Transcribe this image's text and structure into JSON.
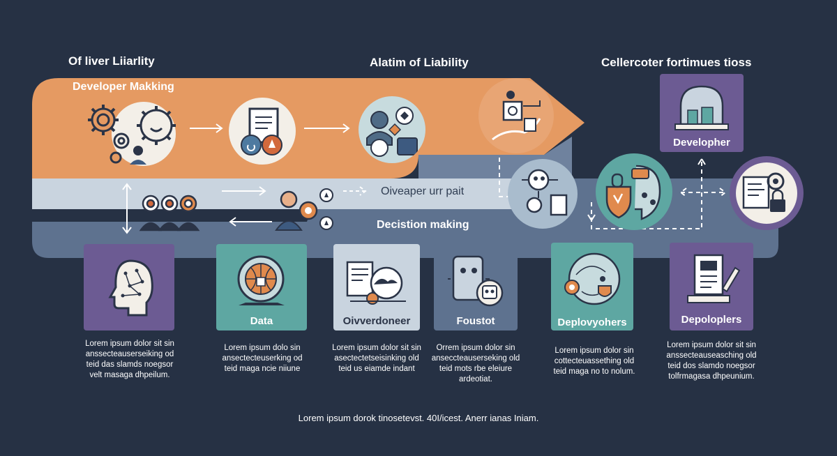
{
  "headers": {
    "left": "Of liver Liiarlity",
    "center": "Alatim of Liability",
    "right": "Cellercoter fortimues tioss"
  },
  "bands": {
    "developer_making": "Developer Makking",
    "middle_path": "Oiveaper urr pait",
    "decision_making": "Decistion making"
  },
  "top_right_card": {
    "title": "Developher"
  },
  "cards": [
    {
      "title": "",
      "description": [
        "Lorem ipsum dolor sit sin",
        "anssecteauserseiking od",
        "teid das slamds noegsor",
        "velt masaga dhpeilum."
      ]
    },
    {
      "title": "Data",
      "description": [
        "Lorem ipsum dolo sin",
        "ansectecteuserking od",
        "teid maga ncie niiune"
      ]
    },
    {
      "title": "Oivverdoneer",
      "description": [
        "Lorem ipsum dolor sit sin",
        "asectectetseisinking old",
        "teid us eiamde indant"
      ]
    },
    {
      "title": "Foustot",
      "description": [
        "Orrem ipsum dolor sin",
        "anseccteauserseking old",
        "teid mots rbe eleiure",
        "ardeotiat."
      ]
    },
    {
      "title": "Deplovyohers",
      "description": [
        "Lorem ipsum dolor sin",
        "cottecteuassething old",
        "teid maga no to nolum."
      ]
    },
    {
      "title": "Depoloplers",
      "description": [
        "Lorem ipsum dolor sit sin",
        "anssecteauseasching old",
        "teid dos slamdo noegsor",
        "tolfrmagasa dhpeunium."
      ]
    }
  ],
  "footer": "Lorem ipsum dorok tinosetevst. 40I/icest. Anerr ianas Iniam.",
  "colors": {
    "background": "#263144",
    "orange": "#e59a62",
    "slate": "#5e728f",
    "light_gray": "#c9d4df",
    "purple": "#6c5b93",
    "teal": "#5ea7a2"
  },
  "icons": {
    "developer_gears": "gears-developer-icon",
    "document_circle": "document-shield-icon",
    "person_circle": "person-idea-icon",
    "hand_circle": "hand-robot-icon",
    "faces_group": "people-group-icon",
    "person_gear": "person-gear-icon",
    "network_circle": "network-people-icon",
    "shield_circle": "shield-head-icon",
    "cert_circle": "certificate-gear-icon",
    "brain_card": "brain-head-icon",
    "globe_card": "globe-lock-icon",
    "docs_card": "documents-icon",
    "robot_card": "robot-icon",
    "face_card": "face-network-icon",
    "paper_card": "paper-pen-icon",
    "dome_card": "dome-building-icon"
  }
}
